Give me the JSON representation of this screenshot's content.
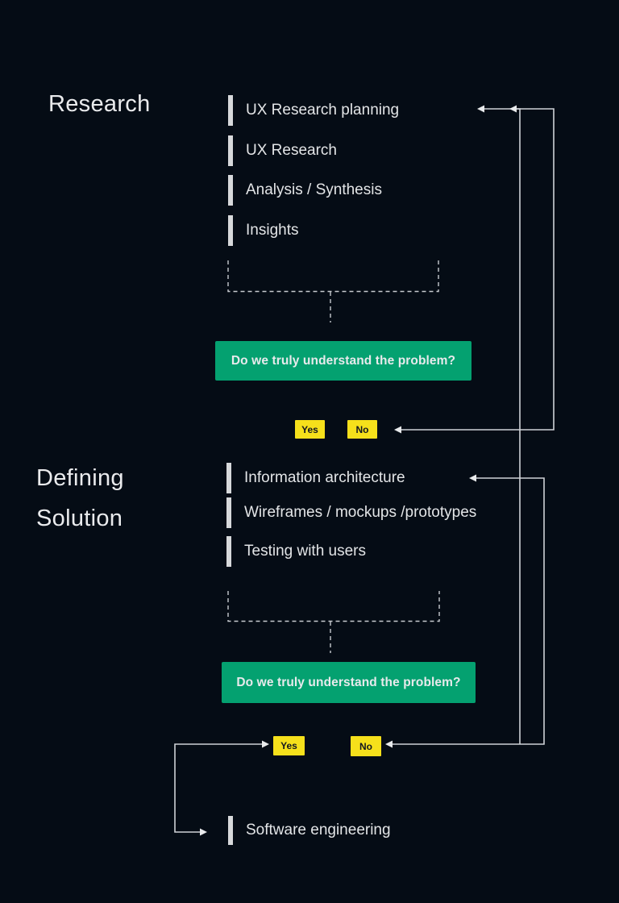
{
  "canvas": {
    "background": "#050c15",
    "line_color": "#cfd2d6"
  },
  "colors": {
    "decision_green": "#04a170",
    "choice_yellow": "#f6e01b",
    "bar_gray": "#d7d9db",
    "text_light": "#e3e5e7"
  },
  "sections": {
    "research": {
      "title": "Research",
      "items": [
        "UX Research planning",
        "UX Research",
        "Analysis / Synthesis",
        "Insights"
      ]
    },
    "defining": {
      "title_line1": "Defining",
      "title_line2": "Solution",
      "items": [
        "Information architecture",
        "Wireframes / mockups /prototypes",
        "Testing with users"
      ]
    },
    "delivery": {
      "items": [
        "Software engineering"
      ]
    }
  },
  "decisions": {
    "first": {
      "question": "Do we truly understand the problem?",
      "yes_label": "Yes",
      "no_label": "No"
    },
    "second": {
      "question": "Do we truly understand the problem?",
      "yes_label": "Yes",
      "no_label": "No"
    }
  }
}
